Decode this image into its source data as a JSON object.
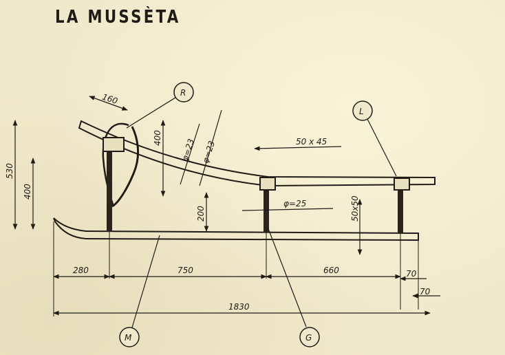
{
  "title": "LA MUSSÈTA",
  "labels": {
    "R": "R",
    "L": "L",
    "M": "M",
    "G": "G"
  },
  "dimensions": {
    "h530": "530",
    "h400_left": "400",
    "h400_top": "400",
    "h200": "200",
    "d160": "160",
    "phi23_a": "φ=23",
    "phi23_b": "φ=23",
    "phi25": "φ=25",
    "bar_50x45": "50 x 45",
    "post_50x50": "50x50",
    "len280": "280",
    "len750": "750",
    "len660": "660",
    "len70_a": "70",
    "len70_b": "70",
    "len1830": "1830"
  }
}
